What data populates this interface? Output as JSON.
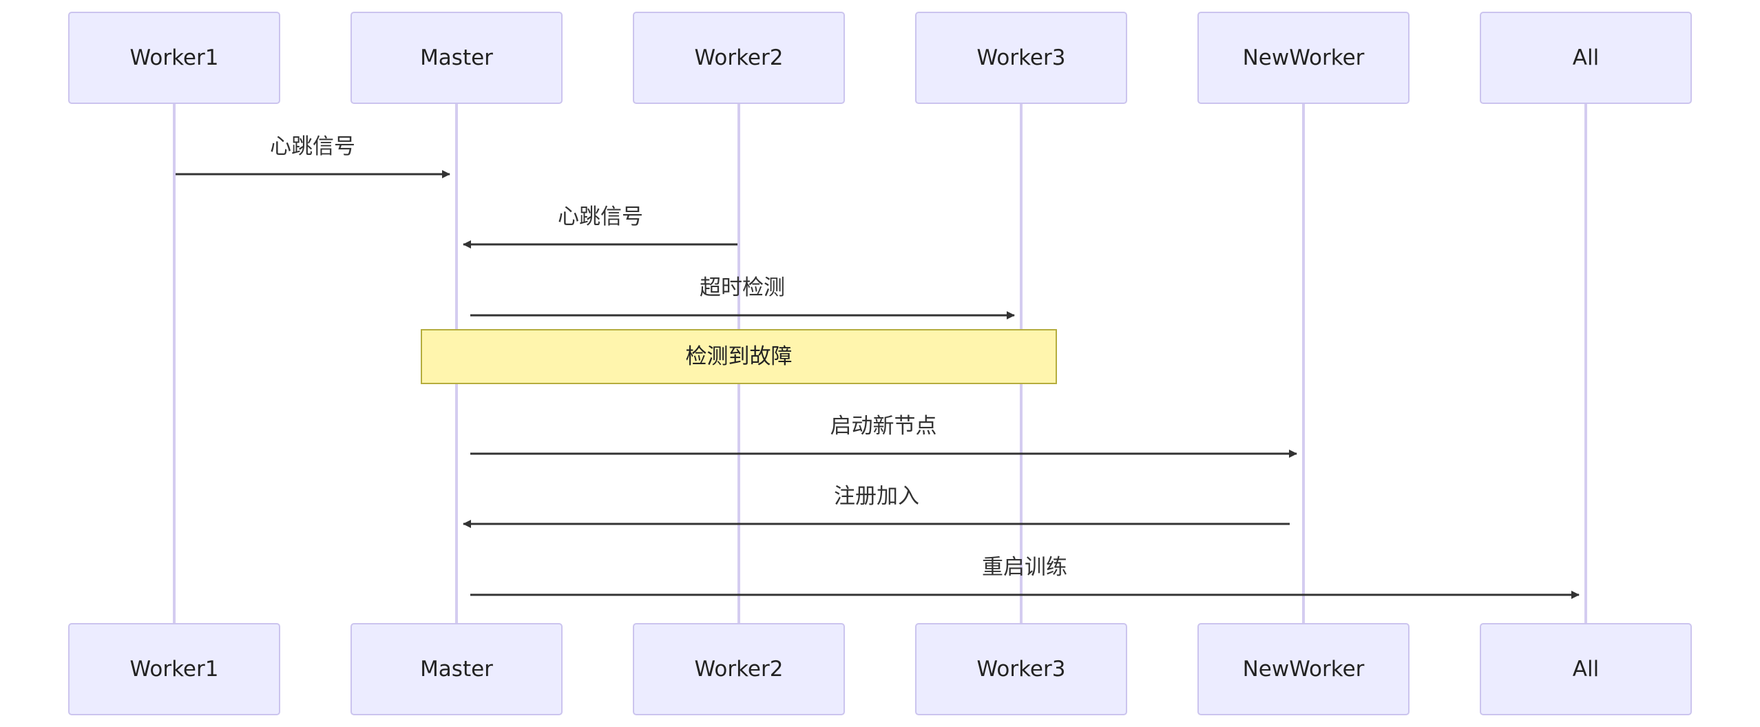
{
  "participants": [
    {
      "id": "worker1",
      "label": "Worker1"
    },
    {
      "id": "master",
      "label": "Master"
    },
    {
      "id": "worker2",
      "label": "Worker2"
    },
    {
      "id": "worker3",
      "label": "Worker3"
    },
    {
      "id": "newworker",
      "label": "NewWorker"
    },
    {
      "id": "all",
      "label": "All"
    }
  ],
  "messages": [
    {
      "from": "worker1",
      "to": "master",
      "label": "心跳信号"
    },
    {
      "from": "worker2",
      "to": "master",
      "label": "心跳信号"
    },
    {
      "from": "master",
      "to": "worker3",
      "label": "超时检测"
    },
    {
      "from": "master",
      "to": "newworker",
      "label": "启动新节点"
    },
    {
      "from": "newworker",
      "to": "master",
      "label": "注册加入"
    },
    {
      "from": "master",
      "to": "all",
      "label": "重启训练"
    }
  ],
  "note": {
    "over": [
      "master",
      "worker3"
    ],
    "label": "检测到故障"
  },
  "colors": {
    "actor_fill": "#ececff",
    "actor_stroke": "#cbc4ee",
    "lifeline": "#d4ccf0",
    "arrow": "#333333",
    "note_fill": "#fff5ad",
    "note_stroke": "#b5ad3d"
  }
}
